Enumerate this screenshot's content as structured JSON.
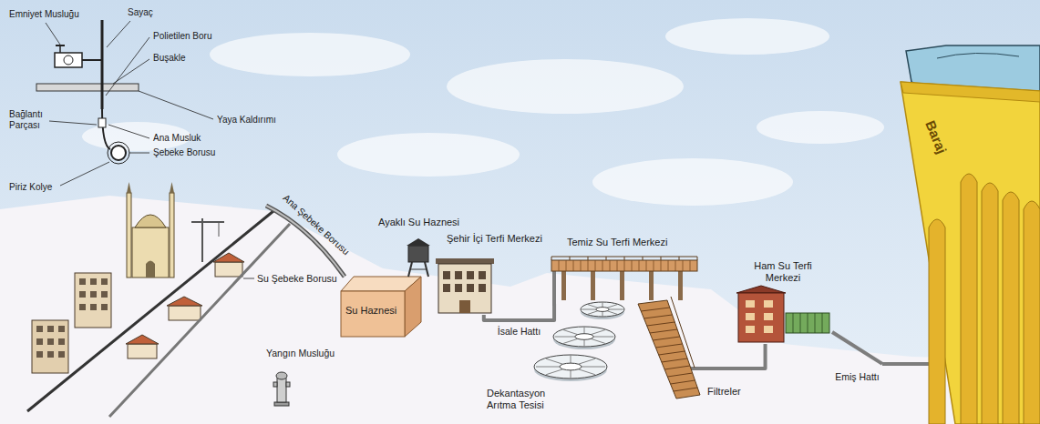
{
  "diagram": {
    "nodes": [
      {
        "text": [
          "Su Haznesi"
        ]
      },
      {
        "text": [
          "Ayaklı Su Haznesi"
        ]
      },
      {
        "text": [
          "Şehir İçi Terfi Merkezi"
        ]
      },
      {
        "text": [
          "Dekantasyon Arıtma Tesisi"
        ]
      },
      {
        "text": [
          "Temiz Su Terfi Merkezi"
        ]
      },
      {
        "text": [
          "Filtreler"
        ]
      },
      {
        "text": [
          "Ham Su Terfi Merkezi"
        ]
      },
      {
        "text": [
          "Baraj"
        ]
      }
    ],
    "edges": [
      {
        "from": 7,
        "to": 6,
        "label": "Emiş Hattı",
        "arrow": "none"
      },
      {
        "from": 6,
        "to": 5,
        "arrow": "none"
      },
      {
        "from": 4,
        "to": 2,
        "label": "İsale Hattı",
        "arrow": "none"
      }
    ],
    "labels": [
      "Emniyet Musluğu",
      "Sayaç",
      "Polietilen Boru",
      "Buşakle",
      "Yaya Kaldırımı",
      "Bağlantı Parçası",
      "Ana Musluk",
      "Şebeke Borusu",
      "Piriz Kolye",
      "Ana Şebeke Borusu",
      "Su Şebeke Borusu",
      "Yangın Musluğu"
    ]
  }
}
